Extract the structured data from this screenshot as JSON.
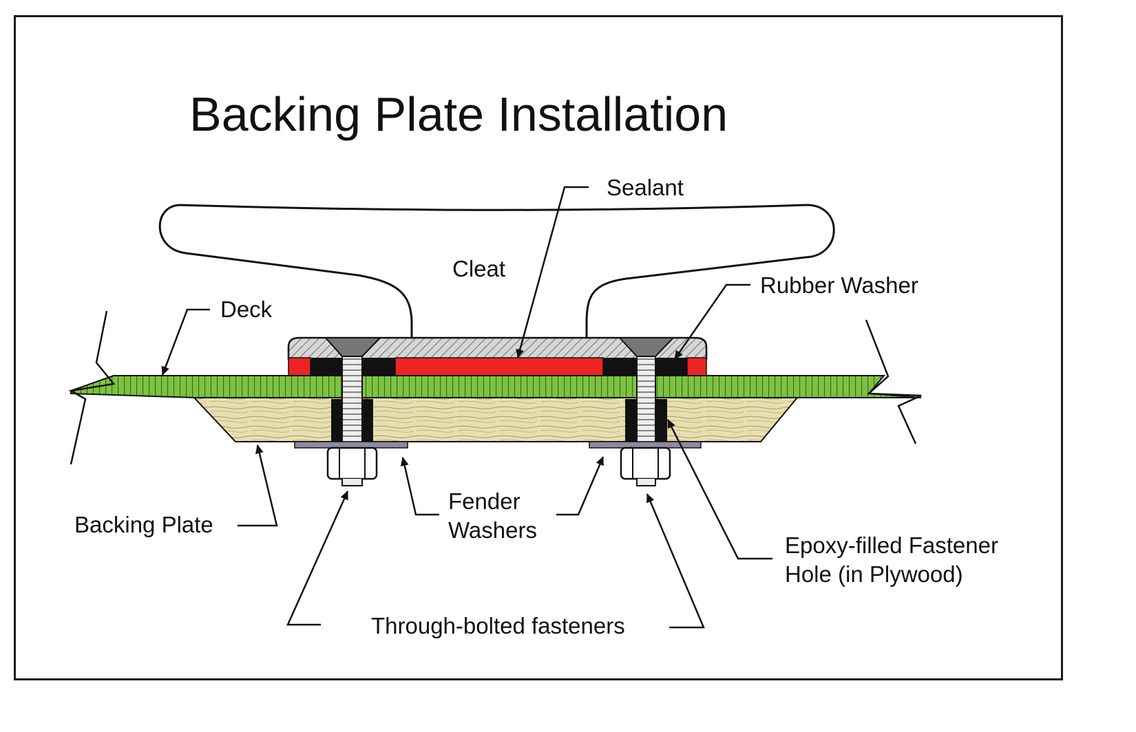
{
  "title": "Backing Plate Installation",
  "labels": {
    "sealant": "Sealant",
    "cleat": "Cleat",
    "rubber_washer": "Rubber Washer",
    "deck": "Deck",
    "backing_plate": "Backing Plate",
    "fender_washers_line1": "Fender",
    "fender_washers_line2": "Washers",
    "epoxy_line1": "Epoxy-filled Fastener",
    "epoxy_line2": "Hole (in Plywood)",
    "through_bolted": "Through-bolted fasteners"
  },
  "colors": {
    "deck": "#7dc242",
    "sealant": "#ee2424",
    "plywood": "#e8dfb0",
    "plywood_grain": "#8a7a46",
    "epoxy": "#111111",
    "washer": "#8f8aa3",
    "bolt": "#e2e2e2",
    "cleat_base": "#cfcfcf",
    "line": "#111111"
  }
}
